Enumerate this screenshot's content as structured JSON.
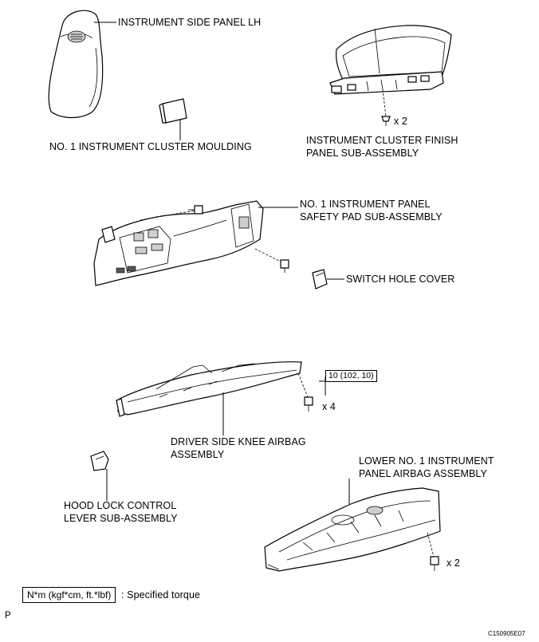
{
  "labels": {
    "side_panel": "INSTRUMENT SIDE PANEL LH",
    "cluster_moulding": "NO. 1 INSTRUMENT CLUSTER MOULDING",
    "cluster_finish_1": "INSTRUMENT CLUSTER FINISH",
    "cluster_finish_2": "PANEL SUB-ASSEMBLY",
    "safety_pad_1": "NO. 1 INSTRUMENT PANEL",
    "safety_pad_2": "SAFETY PAD SUB-ASSEMBLY",
    "switch_hole_cover": "SWITCH HOLE COVER",
    "knee_airbag_1": "DRIVER SIDE KNEE AIRBAG",
    "knee_airbag_2": "ASSEMBLY",
    "hood_lock_1": "HOOD LOCK CONTROL",
    "hood_lock_2": "LEVER SUB-ASSEMBLY",
    "lower_airbag_1": "LOWER NO. 1 INSTRUMENT",
    "lower_airbag_2": "PANEL AIRBAG ASSEMBLY"
  },
  "quantities": {
    "cluster_clips": "x 2",
    "knee_bolts": "x 4",
    "lower_bolts": "x 2"
  },
  "torque": {
    "knee_airbag": "10 (102, 10)"
  },
  "legend": {
    "unit_box": "N*m (kgf*cm, ft.*lbf)",
    "description": ": Specified torque"
  },
  "footer": {
    "page_marker": "P",
    "figure_code": "C150905E07"
  }
}
